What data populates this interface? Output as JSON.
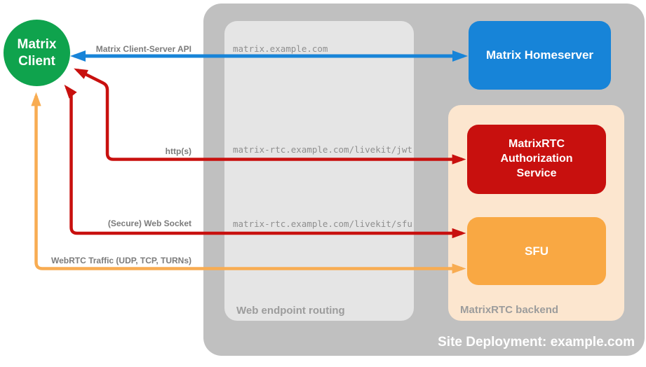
{
  "colors": {
    "green": "#0fa34d",
    "blue": "#1784d8",
    "red": "#c8100e",
    "orange_node": "#f9a843",
    "orange_arrow": "#f8ac52",
    "outer_gray": "#c0c0c0",
    "inner_gray": "#e5e5e5",
    "peach": "#fce6cf"
  },
  "nodes": {
    "client": {
      "label": "Matrix Client"
    },
    "homeserver": {
      "label": "Matrix Homeserver"
    },
    "auth_service": {
      "label": "MatrixRTC Authorization Service"
    },
    "sfu": {
      "label": "SFU"
    }
  },
  "containers": {
    "site_deployment": {
      "label": "Site Deployment: example.com"
    },
    "web_endpoint_routing": {
      "label": "Web endpoint routing"
    },
    "matrixrtc_backend": {
      "label": "MatrixRTC backend"
    }
  },
  "connections": {
    "client_server_api": {
      "label": "Matrix Client-Server API",
      "endpoint": "matrix.example.com"
    },
    "https": {
      "label": "http(s)",
      "endpoint": "matrix-rtc.example.com/livekit/jwt"
    },
    "websocket": {
      "label": "(Secure) Web Socket",
      "endpoint": "matrix-rtc.example.com/livekit/sfu"
    },
    "webrtc": {
      "label": "WebRTC Traffic (UDP, TCP, TURNs)"
    }
  }
}
